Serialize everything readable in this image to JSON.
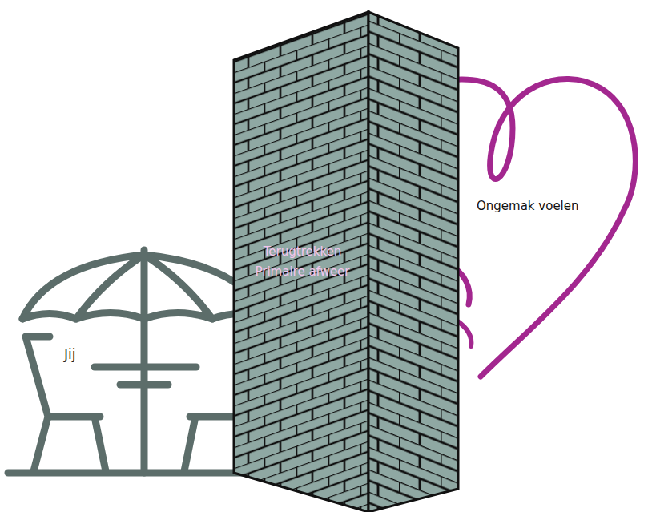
{
  "diagram": {
    "nodes": [
      {
        "text": [
          "Terugtrekken",
          "Primaire afweer"
        ]
      },
      {
        "text": [
          "Ongemak voelen"
        ]
      }
    ],
    "labels": [
      "Jij"
    ]
  }
}
